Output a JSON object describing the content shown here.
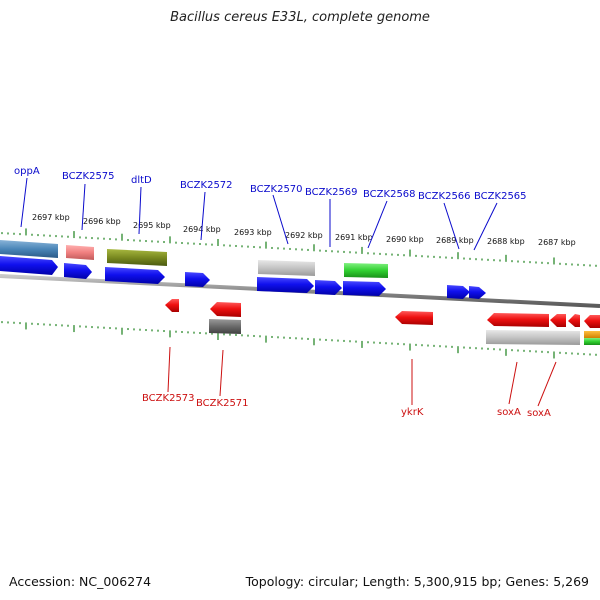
{
  "title": "Bacillus cereus E33L, complete genome",
  "footer": {
    "accession": "Accession: NC_006274",
    "topology": "Topology: circular; Length: 5,300,915 bp; Genes: 5,269"
  },
  "colors": {
    "top_label": "#0a0acc",
    "bottom_label": "#cc1010",
    "backbone": "#8a8a8a",
    "tick": "#2c8a2c"
  },
  "kbp_ticks": [
    {
      "label": "2697 kbp"
    },
    {
      "label": "2696 kbp"
    },
    {
      "label": "2695 kbp"
    },
    {
      "label": "2694 kbp"
    },
    {
      "label": "2693 kbp"
    },
    {
      "label": "2692 kbp"
    },
    {
      "label": "2691 kbp"
    },
    {
      "label": "2690 kbp"
    },
    {
      "label": "2689 kbp"
    },
    {
      "label": "2688 kbp"
    },
    {
      "label": "2687 kbp"
    }
  ],
  "top_labels": [
    {
      "text": "oppA"
    },
    {
      "text": "BCZK2575"
    },
    {
      "text": "dltD"
    },
    {
      "text": "BCZK2572"
    },
    {
      "text": "BCZK2570"
    },
    {
      "text": "BCZK2569"
    },
    {
      "text": "BCZK2568"
    },
    {
      "text": "BCZK2566"
    },
    {
      "text": "BCZK2565"
    }
  ],
  "bottom_labels": [
    {
      "text": "BCZK2573"
    },
    {
      "text": "BCZK2571"
    },
    {
      "text": "ykrK"
    },
    {
      "text": "soxA"
    },
    {
      "text": "soxA"
    }
  ]
}
